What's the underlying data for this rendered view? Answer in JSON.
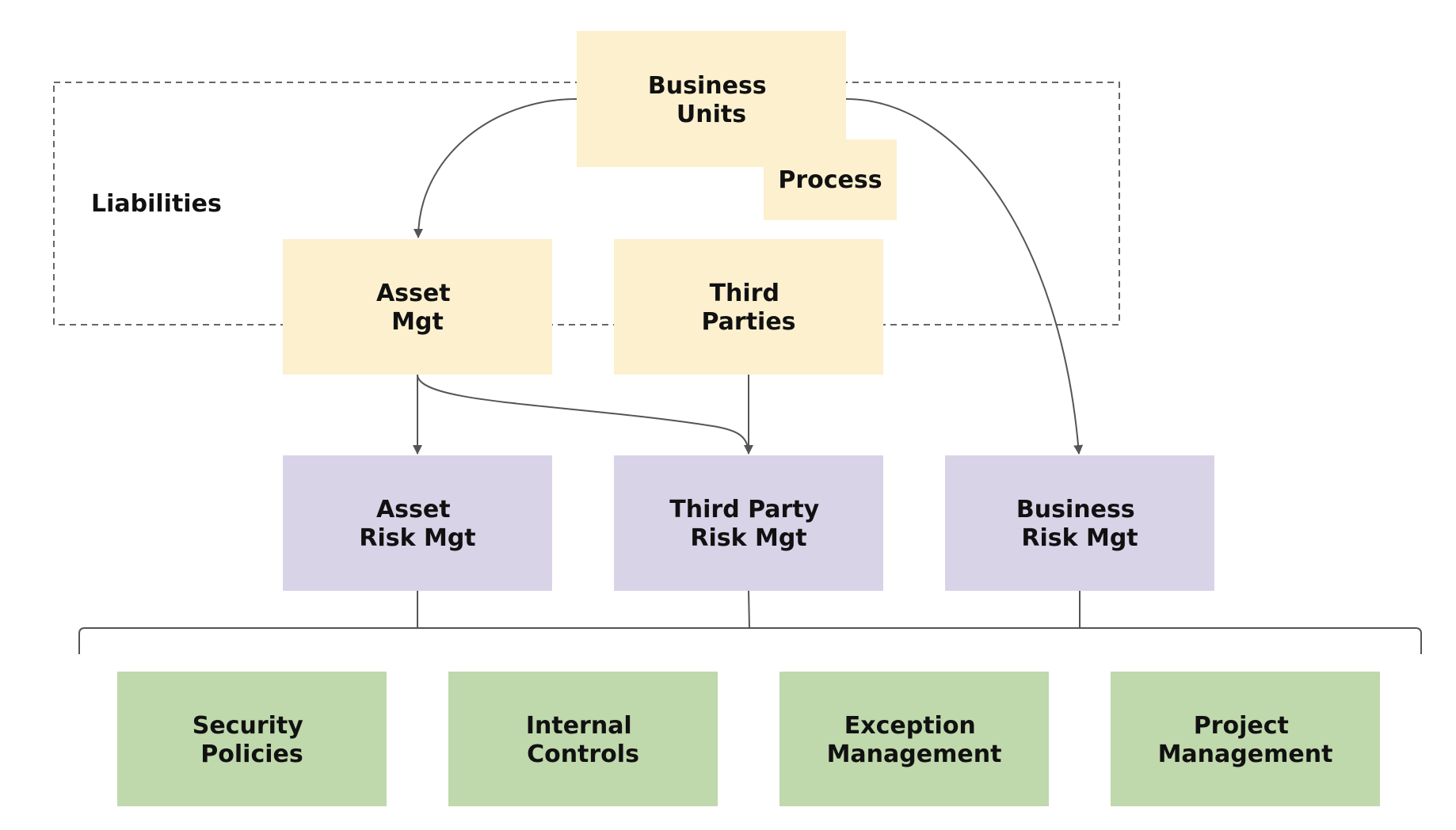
{
  "colors": {
    "yellow_box": "#fcf0cf",
    "purple_box": "#d9d3e8",
    "green_box": "#bfd8ac",
    "connector": "#555555",
    "dashed_border": "#666666",
    "text": "#111111"
  },
  "group": {
    "label": "Liabilities"
  },
  "top_nodes": {
    "business_units": [
      "Business",
      "Units"
    ],
    "process": [
      "Process"
    ],
    "asset_mgt": [
      "Asset",
      "Mgt"
    ],
    "third_parties": [
      "Third",
      "Parties"
    ]
  },
  "risk_nodes": {
    "asset_risk": [
      "Asset",
      "Risk Mgt"
    ],
    "third_party_risk": [
      "Third Party",
      "Risk Mgt"
    ],
    "business_risk": [
      "Business",
      "Risk Mgt"
    ]
  },
  "bottom_nodes": {
    "security_policies": [
      "Security",
      "Policies"
    ],
    "internal_controls": [
      "Internal",
      "Controls"
    ],
    "exception_management": [
      "Exception",
      "Management"
    ],
    "project_management": [
      "Project",
      "Management"
    ]
  }
}
